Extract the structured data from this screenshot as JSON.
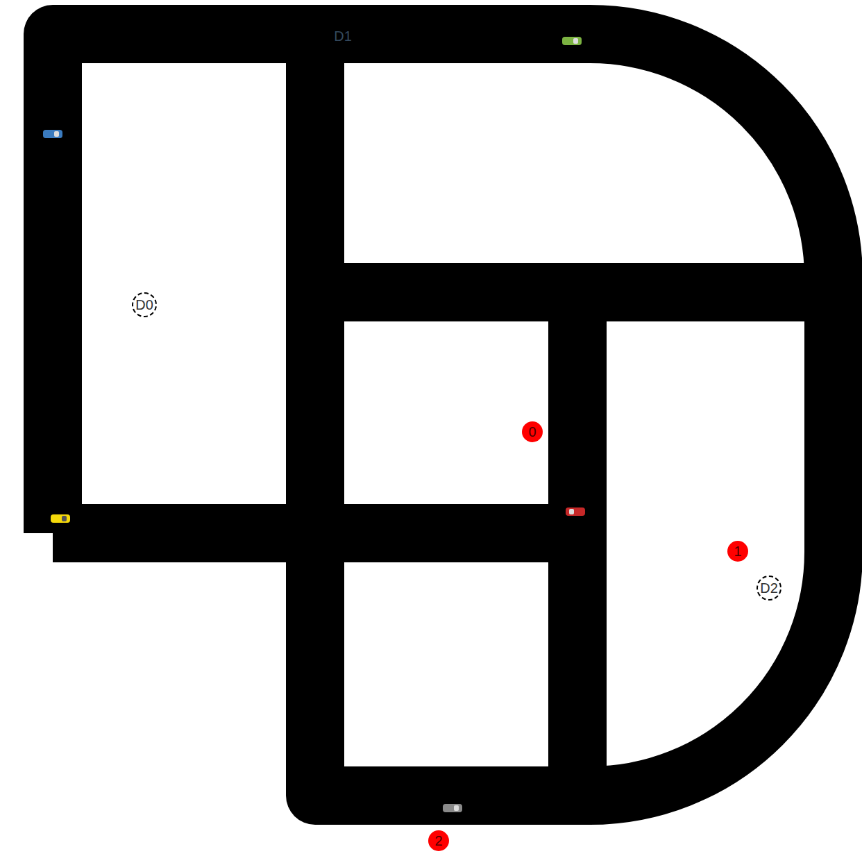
{
  "diagram": {
    "nodes": [
      {
        "text": [
          "D0"
        ]
      },
      {
        "text": [
          "0"
        ]
      },
      {
        "text": [
          "1"
        ]
      },
      {
        "text": [
          "D2"
        ]
      },
      {
        "text": [
          "2"
        ]
      }
    ],
    "labels": [
      "D1"
    ]
  }
}
